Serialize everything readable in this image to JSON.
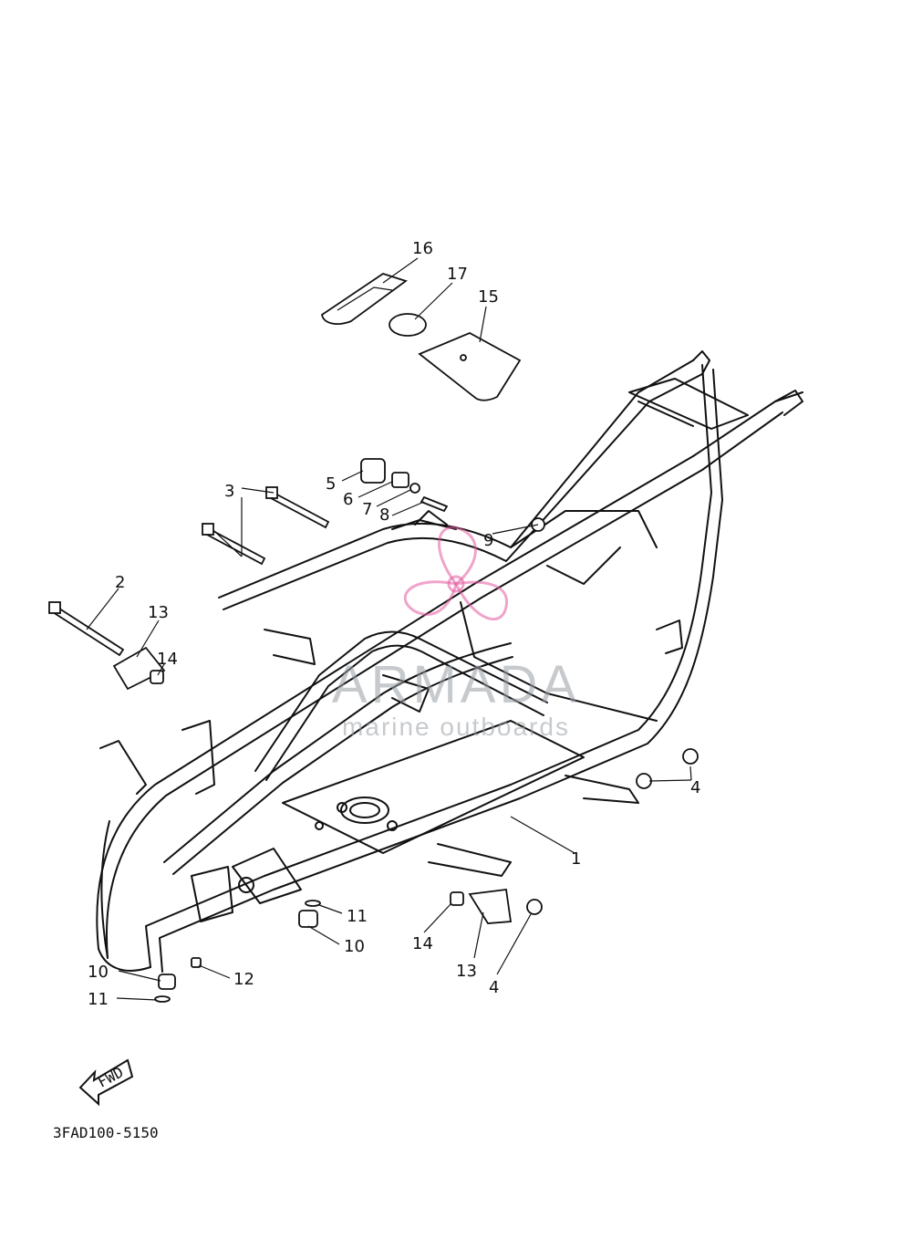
{
  "diagram": {
    "code": "3FAD100-5150",
    "fwd_label": "FWD",
    "callouts": [
      "1",
      "2",
      "3",
      "4",
      "4",
      "5",
      "6",
      "7",
      "8",
      "9",
      "10",
      "10",
      "11",
      "11",
      "12",
      "13",
      "13",
      "14",
      "14",
      "15",
      "16",
      "17"
    ]
  },
  "watermark": {
    "brand": "ARMADA",
    "tagline": "marine outboards",
    "colors": {
      "logo": "#e45aa0",
      "text": "#9aa0a6"
    }
  }
}
